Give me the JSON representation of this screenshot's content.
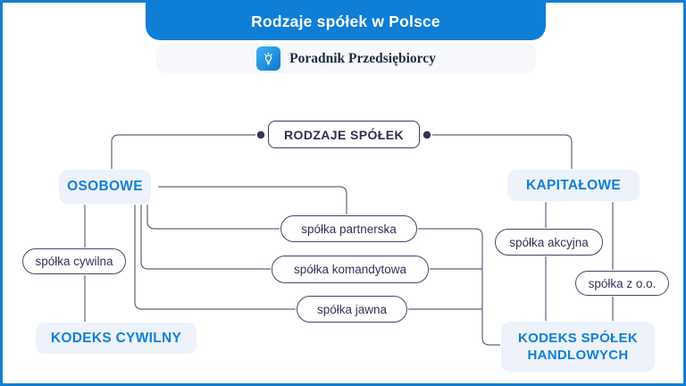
{
  "header": {
    "title": "Rodzaje spółek w Polsce"
  },
  "brand": {
    "name": "Poradnik Przedsiębiorcy",
    "icon": "lightbulb-icon"
  },
  "diagram": {
    "root": {
      "label": "RODZAJE SPÓŁEK"
    },
    "branches": {
      "osobowe": {
        "label": "OSOBOWE"
      },
      "kapitalowe": {
        "label": "KAPITAŁOWE"
      }
    },
    "types": {
      "cywilna": {
        "label": "spółka cywilna"
      },
      "partnerska": {
        "label": "spółka partnerska"
      },
      "komandytowa": {
        "label": "spółka komandytowa"
      },
      "jawna": {
        "label": "spółka jawna"
      },
      "akcyjna": {
        "label": "spółka akcyjna"
      },
      "zoo": {
        "label": "spółka z o.o."
      }
    },
    "codes": {
      "cywilny": {
        "label": "KODEKS CYWILNY"
      },
      "handlowy": {
        "label": "KODEKS SPÓŁEK HANDLOWYCH"
      }
    }
  },
  "colors": {
    "accent_blue": "#0f7ed6",
    "node_text_blue": "#1181d8",
    "navy_text": "#32325a",
    "light_node_bg": "#edf2fb",
    "wire_gray": "#63637f"
  }
}
